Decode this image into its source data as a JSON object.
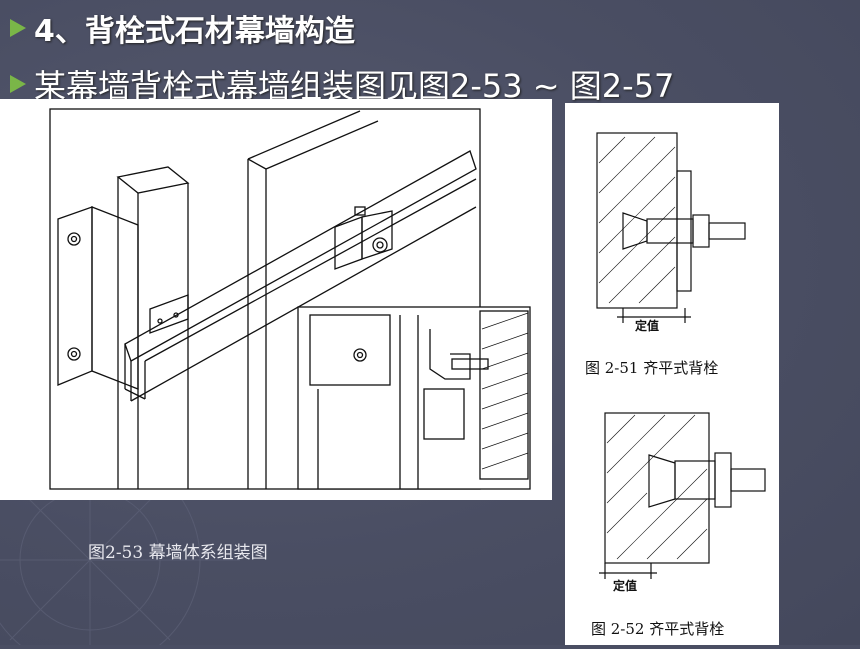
{
  "slide": {
    "heading": "4、背栓式石材幕墙构造",
    "subheading": "某幕墙背栓式幕墙组装图见图2-53 ~ 图2-57"
  },
  "figures": {
    "main_caption": "图2-53    幕墙体系组装图",
    "fig251_dim_label": "定值",
    "fig251_caption": "图 2-51  齐平式背栓",
    "fig252_dim_label": "定值",
    "fig252_caption": "图 2-52  齐平式背栓"
  },
  "colors": {
    "background": "#4a4e63",
    "bullet": "#7ab648",
    "text": "#ffffff"
  }
}
